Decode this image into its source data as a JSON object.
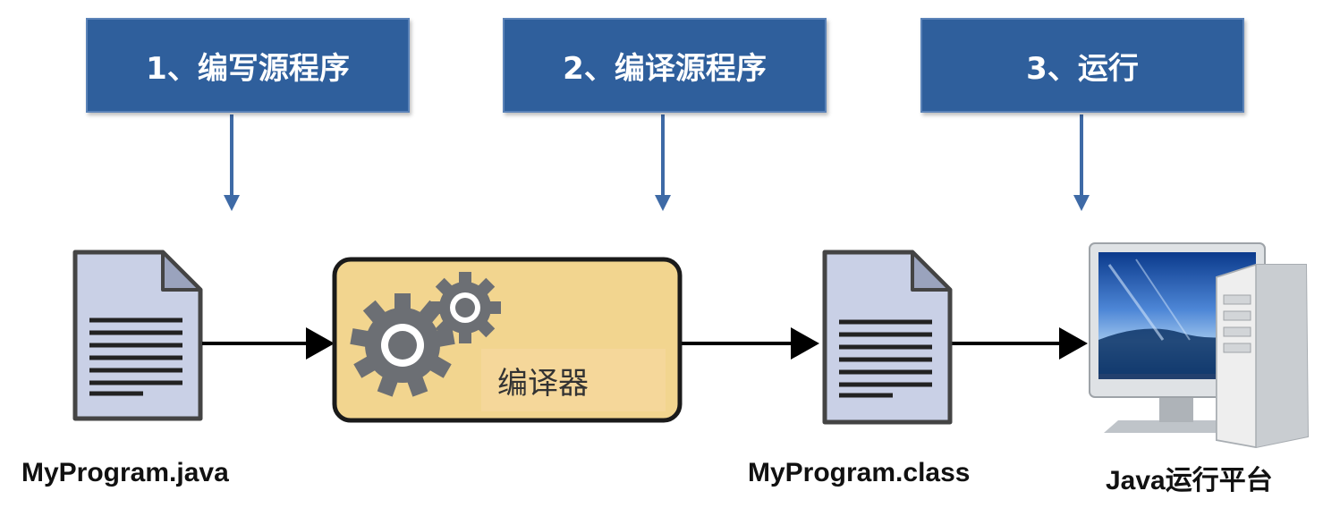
{
  "steps": [
    {
      "label": "1、编写源程序"
    },
    {
      "label": "2、编译源程序"
    },
    {
      "label": "3、运行"
    }
  ],
  "compiler": {
    "label": "编译器"
  },
  "captions": {
    "source_file": "MyProgram.java",
    "class_file": "MyProgram.class",
    "runtime": "Java运行平台"
  },
  "colors": {
    "step_box": "#2f5f9c",
    "compiler_fill": "#f5d79a",
    "document_fill": "#c9d0e6",
    "arrow": "#000000"
  }
}
